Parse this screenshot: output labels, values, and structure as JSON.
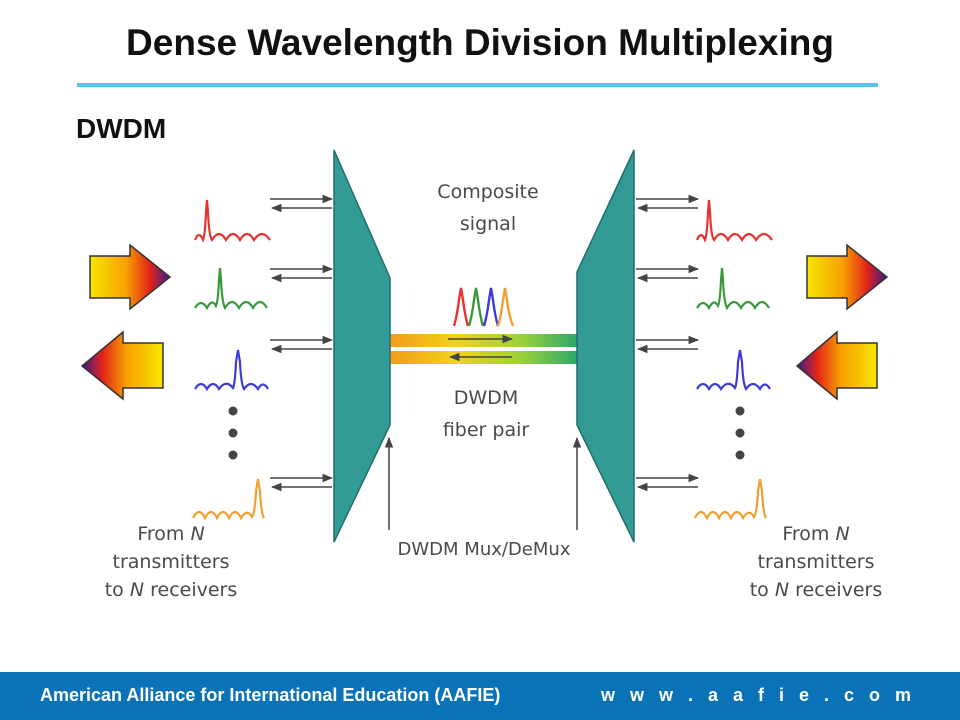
{
  "slide": {
    "title": "Dense Wavelength Division Multiplexing",
    "subtitle": "DWDM"
  },
  "diagram": {
    "composite_signal": [
      "Composite",
      "signal"
    ],
    "fiber_pair": [
      "DWDM",
      "fiber pair"
    ],
    "mux_demux": "DWDM Mux/DeMux",
    "left_caption": {
      "line1_prefix": "From ",
      "line1_var": "N",
      "line2": "transmitters",
      "line3_prefix": "to ",
      "line3_var": "N",
      "line3_suffix": " receivers"
    },
    "right_caption": {
      "line1_prefix": "From ",
      "line1_var": "N",
      "line2": "transmitters",
      "line3_prefix": "to ",
      "line3_var": "N",
      "line3_suffix": " receivers"
    },
    "colors": {
      "mux": "#339b96",
      "mux_edge": "#1f6e6a",
      "red": "#e8322f",
      "green": "#3a9a3a",
      "blue": "#3c3cd8",
      "orange": "#f0a030",
      "accent_rule": "#5bc0eb"
    }
  },
  "footer": {
    "organization": "American Alliance for International Education (AAFIE)",
    "website": "w w w . a a f i e . c o m"
  }
}
